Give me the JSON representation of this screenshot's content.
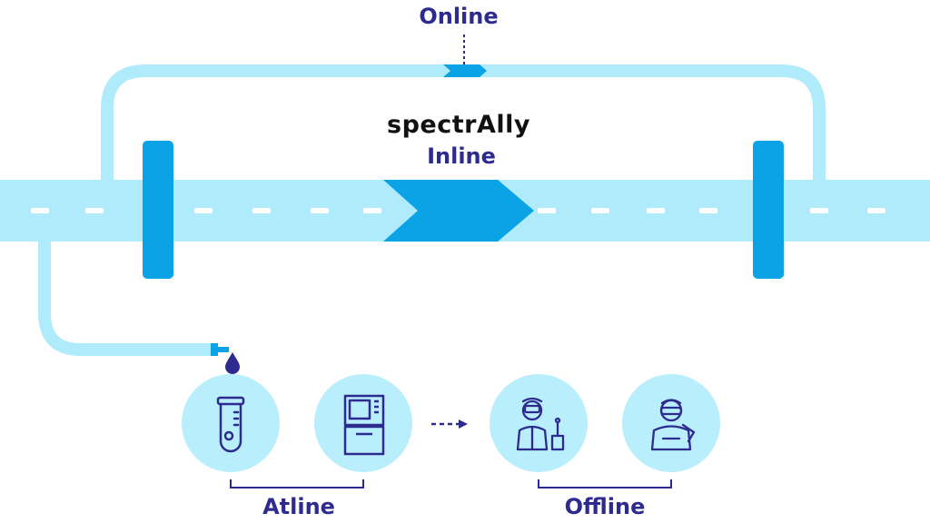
{
  "labels": {
    "online": "Online",
    "inline": "Inline",
    "atline": "Atline",
    "offline": "Offline"
  },
  "brand": {
    "logo_text": "spectrAlly"
  },
  "colors": {
    "pipe_light": "#b0ebfb",
    "pipe_dark": "#0aa3e6",
    "circle_fill": "#b9eefc",
    "icon_stroke": "#2e2b8f",
    "label_text": "#2e2b8f",
    "dash": "#ffffff"
  },
  "icons": {
    "atline": [
      "test-tube-icon",
      "lab-instrument-icon"
    ],
    "offline": [
      "scientist-microscope-icon",
      "scientist-goggles-icon"
    ]
  }
}
